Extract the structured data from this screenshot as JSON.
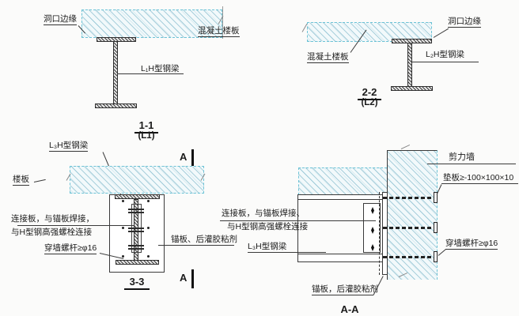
{
  "drawing": {
    "colors": {
      "concrete_edge": "#6cc3d6",
      "concrete_hatch": "#9fcfdd",
      "line_color": "#3a3a3a"
    },
    "s11": {
      "title": "1-1",
      "subtitle": "(L1)",
      "opening_edge": "洞口边缘",
      "slab": "混凝土楼板",
      "beam": "L₁H型钢梁"
    },
    "s22": {
      "title": "2-2",
      "subtitle": "(L2)",
      "opening_edge": "洞口边缘",
      "slab": "混凝土楼板",
      "beam": "L₂H型钢梁"
    },
    "s33": {
      "title": "3-3",
      "beam": "L₃H型钢梁",
      "slab": "楼板",
      "conn1": "连接板，与锚板焊接，",
      "conn2": "与H型钢高强螺栓连接",
      "bolt": "穿墙螺杆≥φ16",
      "anchor": "锚板、后灌胶粘剂",
      "marker": "A"
    },
    "saa": {
      "title": "A-A",
      "wall": "剪力墙",
      "pad": "垫板≥-100×100×10",
      "conn1": "连接板，与锚板焊接、",
      "conn2": "与H型钢高强螺栓连接",
      "beam": "L₃H型钢梁",
      "bolt": "穿墙螺杆≥φ16",
      "anchor": "锚板，后灌胶粘剂"
    }
  }
}
